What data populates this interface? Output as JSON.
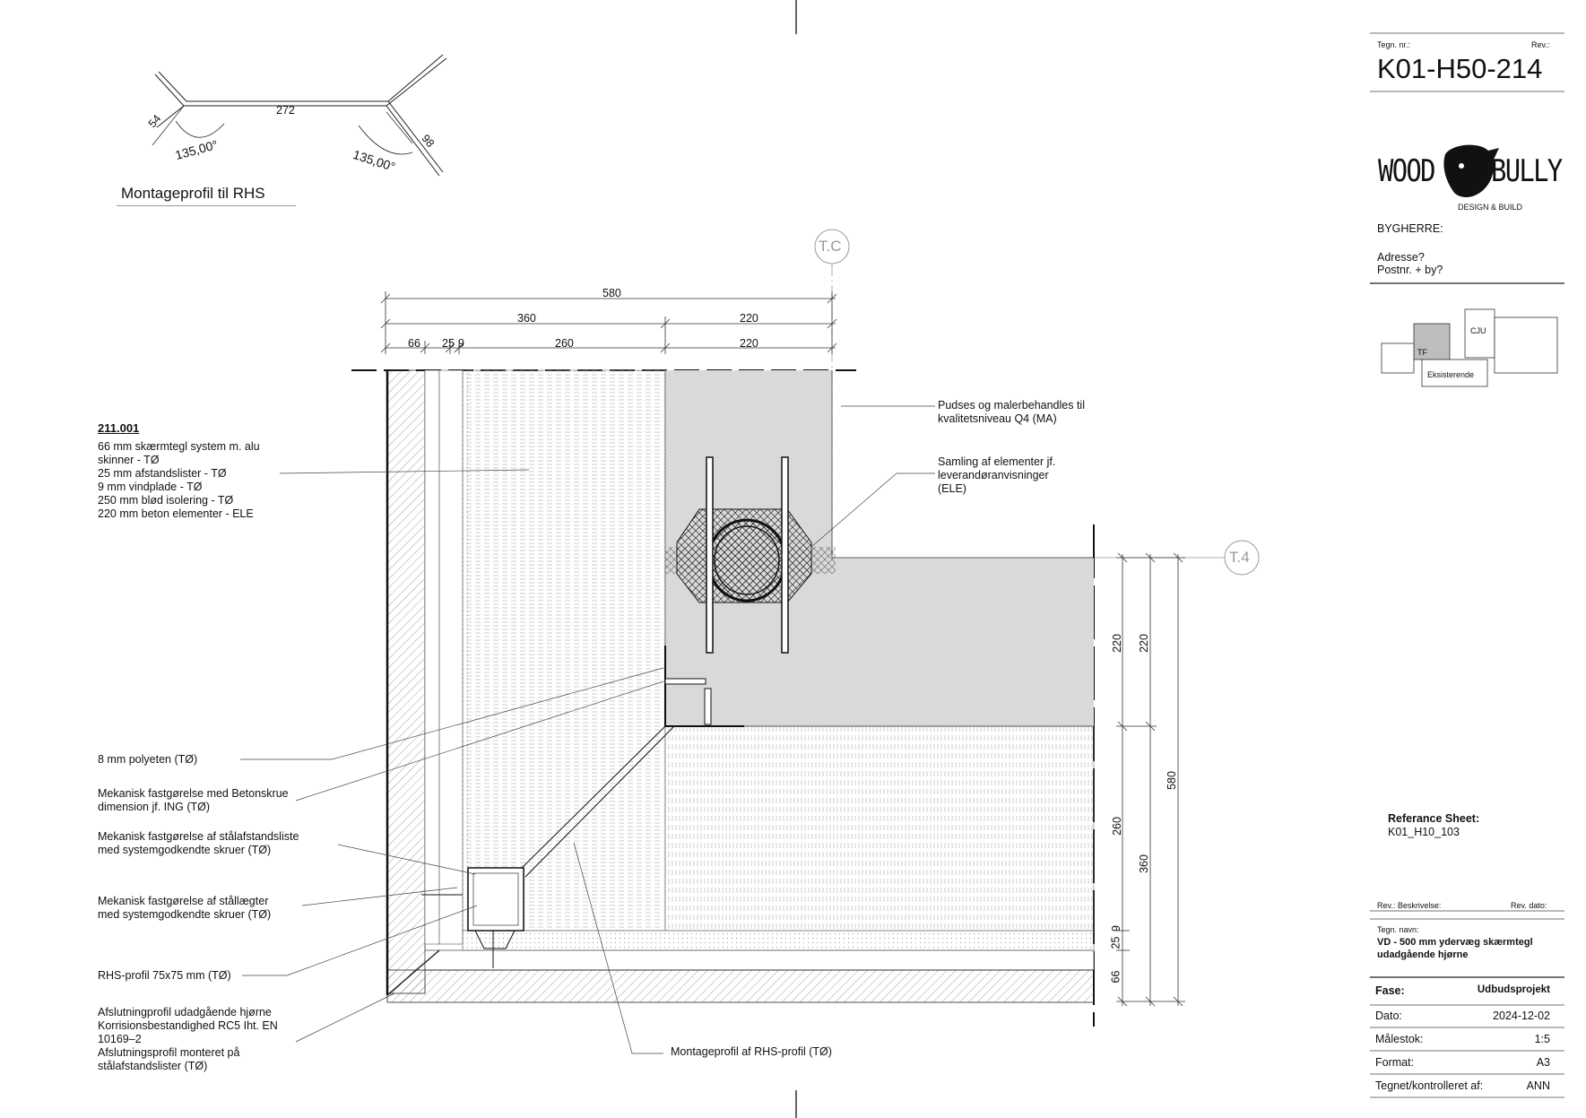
{
  "detail_title": "Montageprofil til RHS",
  "profile_sketch": {
    "dim_a": "54",
    "dim_b": "272",
    "dim_c": "98",
    "angle_a": "135,00°",
    "angle_b": "135,00°"
  },
  "gridlines": {
    "vertical": "T.C",
    "horizontal": "T.4"
  },
  "dimensions_top": {
    "overall": "580",
    "row2": [
      "360",
      "220"
    ],
    "row3": [
      "66",
      "25",
      "9",
      "260",
      "220"
    ]
  },
  "dimensions_right": {
    "col1": [
      "220",
      "260",
      "25",
      "9",
      "66"
    ],
    "col2": [
      "220",
      "360"
    ],
    "col3": [
      "580"
    ]
  },
  "wall_build_up": {
    "code": "211.001",
    "lines": [
      "66 mm skærmtegl system m. alu",
      "skinner - TØ",
      "25 mm afstandslister - TØ",
      "9 mm vindplade - TØ",
      "250 mm blød isolering - TØ",
      "220 mm beton elementer - ELE"
    ]
  },
  "annotations_left": [
    {
      "lines": [
        "8 mm polyeten (TØ)"
      ]
    },
    {
      "lines": [
        "Mekanisk fastgørelse med Betonskrue",
        "dimension jf. ING (TØ)"
      ]
    },
    {
      "lines": [
        "Mekanisk fastgørelse af stålafstandsliste",
        "med systemgodkendte skruer  (TØ)"
      ]
    },
    {
      "lines": [
        "Mekanisk fastgørelse af stållægter",
        "med systemgodkendte skruer (TØ)"
      ]
    },
    {
      "lines": [
        "RHS-profil 75x75 mm (TØ)"
      ]
    },
    {
      "lines": [
        "Afslutningprofil udadgående hjørne",
        "Korrisionsbestandighed RC5 Iht. EN",
        "10169–2",
        "Afslutningsprofil monteret på",
        "stålafstandslister (TØ)"
      ]
    }
  ],
  "annotations_right": [
    {
      "lines": [
        "Pudses og malerbehandles til",
        "kvalitetsniveau Q4 (MA)"
      ]
    },
    {
      "lines": [
        "Samling af elementer jf.",
        "leverandøranvisninger",
        "(ELE)"
      ]
    }
  ],
  "annotation_bottom": "Montageprofil af RHS-profil (TØ)",
  "title_block": {
    "drawing_no_label": "Tegn. nr.:",
    "rev_label": "Rev.:",
    "drawing_no": "K01-H50-214",
    "logo_left": "WOOD",
    "logo_right": "BULLY",
    "logo_sub": "DESIGN & BUILD",
    "client_label": "BYGHERRE:",
    "address": "Adresse?",
    "postal": "Postnr. + by?",
    "keyplan": {
      "tf": "TF",
      "cju": "CJU",
      "existing": "Eksisterende"
    },
    "reference_label": "Referance Sheet:",
    "reference_value": "K01_H10_103",
    "rev_desc_label": "Rev.: Beskrivelse:",
    "rev_date_label": "Rev. dato:",
    "name_label": "Tegn. navn:",
    "name_line1": "VD - 500 mm ydervæg skærmtegl",
    "name_line2": "udadgående hjørne",
    "phase_label": "Fase:",
    "phase_value": "Udbudsprojekt",
    "date_label": "Dato:",
    "date_value": "2024-12-02",
    "scale_label": "Målestok:",
    "scale_value": "1:5",
    "format_label": "Format:",
    "format_value": "A3",
    "drawn_label": "Tegnet/kontrolleret af:",
    "drawn_value": "ANN"
  }
}
